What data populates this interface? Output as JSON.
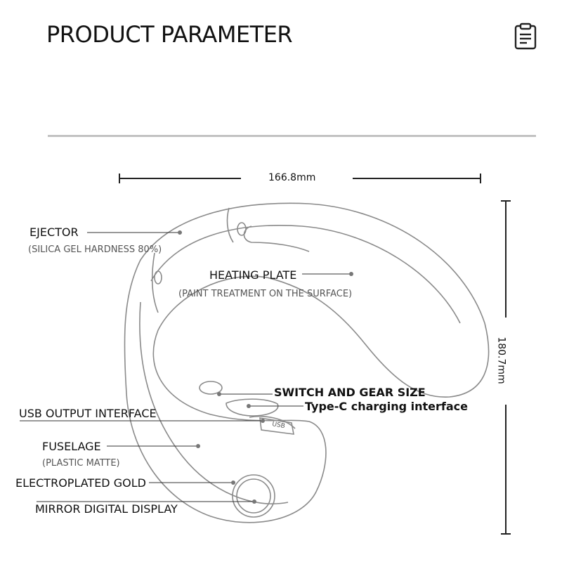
{
  "header": {
    "title": "PRODUCT PARAMETER",
    "icon": "clipboard-icon"
  },
  "dimensions": {
    "width": "166.8mm",
    "height": "180.7mm"
  },
  "callouts": {
    "ejector": {
      "label": "EJECTOR",
      "note": "(SILICA GEL HARDNESS 80%)"
    },
    "heating_plate": {
      "label": "HEATING PLATE",
      "note": "(PAINT TREATMENT ON THE SURFACE)"
    },
    "switch": {
      "label": "SWITCH AND GEAR SIZE"
    },
    "type_c": {
      "label": "Type-C charging interface"
    },
    "usb_output": {
      "label": "USB OUTPUT INTERFACE"
    },
    "fuselage": {
      "label": "FUSELAGE",
      "note": "(PLASTIC MATTE)"
    },
    "electroplated": {
      "label": "ELECTROPLATED GOLD"
    },
    "mirror_display": {
      "label": "MIRROR DIGITAL DISPLAY"
    }
  },
  "device_markings": {
    "usb": "USB"
  },
  "colors": {
    "line": "#222222",
    "outline": "#8a8a8a",
    "divider": "#c2c2c2"
  }
}
